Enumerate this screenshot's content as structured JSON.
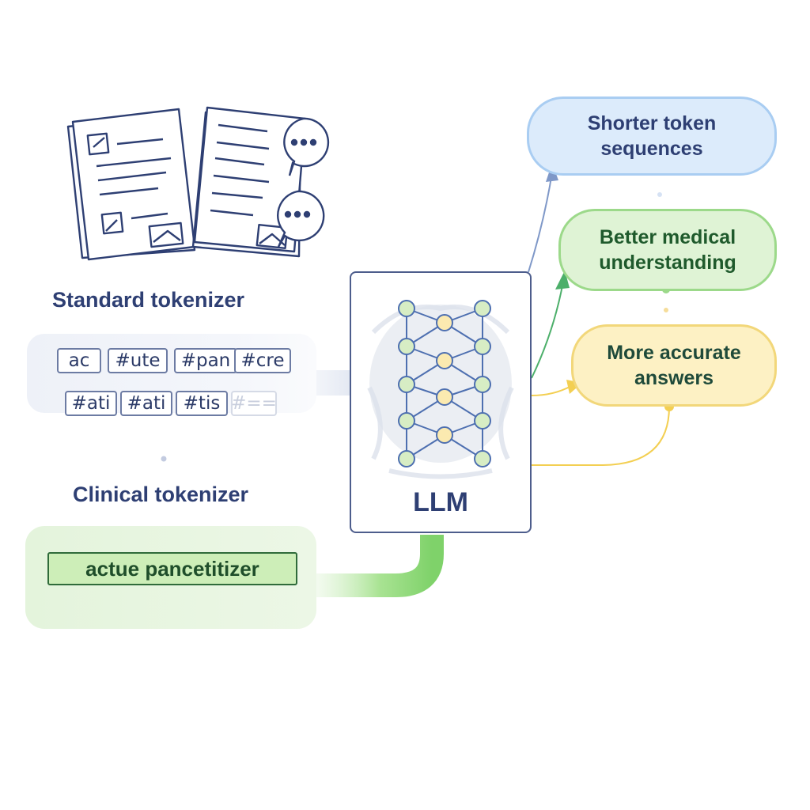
{
  "diagram": {
    "standard_title": "Standard tokenizer",
    "standard_tokens_row1": [
      "ac",
      "#ute",
      "#pan",
      "#cre"
    ],
    "standard_tokens_row2": [
      "#ati",
      "#ati",
      "#tis",
      "#=="
    ],
    "clinical_title": "Clinical tokenizer",
    "clinical_token": "actue pancetitizer",
    "model_label": "LLM",
    "outcomes": [
      {
        "label": "Shorter token\nsequences",
        "color": "#a9cdf2"
      },
      {
        "label": "Better medical\nunderstanding",
        "color": "#9cd98a"
      },
      {
        "label": "More accurate\nanswers",
        "color": "#f2d77a"
      }
    ]
  },
  "colors": {
    "navy": "#2e3f73",
    "green_flow": "#7fd26a",
    "yellow_flow": "#f3cf52",
    "blue_flow": "#7f98c8"
  },
  "icons": [
    "document-icon",
    "chat-bubble-icon",
    "neural-network-icon",
    "arrow-right-icon"
  ]
}
